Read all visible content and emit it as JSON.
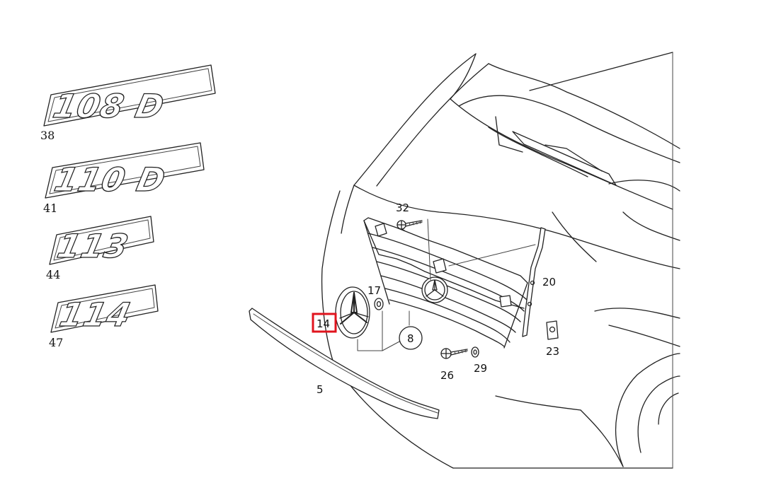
{
  "badges": [
    {
      "text": "108 D",
      "label": "38"
    },
    {
      "text": "110 D",
      "label": "41"
    },
    {
      "text": "113",
      "label": "44"
    },
    {
      "text": "114",
      "label": "47"
    }
  ],
  "parts": {
    "p32": "32",
    "p17": "17",
    "p14": "14",
    "p8": "8",
    "p20": "20",
    "p23": "23",
    "p26": "26",
    "p29": "29",
    "p5": "5"
  },
  "highlight_color": "#e0141e",
  "line_color": "#222222"
}
